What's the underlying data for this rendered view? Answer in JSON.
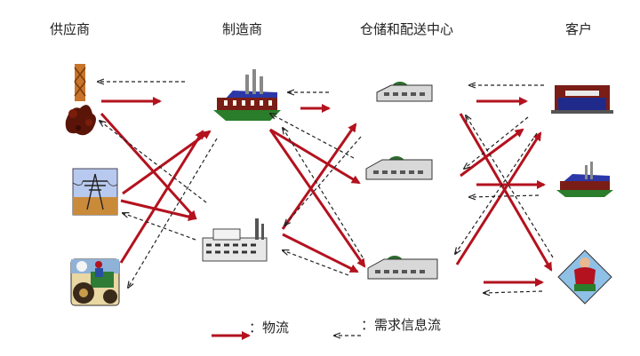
{
  "columns": {
    "suppliers": "供应商",
    "manufacturers": "制造商",
    "warehouses": "仓储和配送中心",
    "customers": "客户"
  },
  "legend": {
    "material_flow": "：物流",
    "information_flow": "：需求信息流"
  },
  "colors": {
    "material_flow": "#b3121e",
    "information_flow": "#222222"
  },
  "icons": {
    "suppliers": [
      "oil-well-icon",
      "power-tower-icon",
      "farmer-tractor-icon"
    ],
    "manufacturers": [
      "factory-color-icon",
      "factory-gray-icon"
    ],
    "warehouses": [
      "warehouse-icon",
      "warehouse-icon",
      "warehouse-icon"
    ],
    "customers": [
      "store-icon",
      "factory-small-icon",
      "person-icon"
    ]
  }
}
